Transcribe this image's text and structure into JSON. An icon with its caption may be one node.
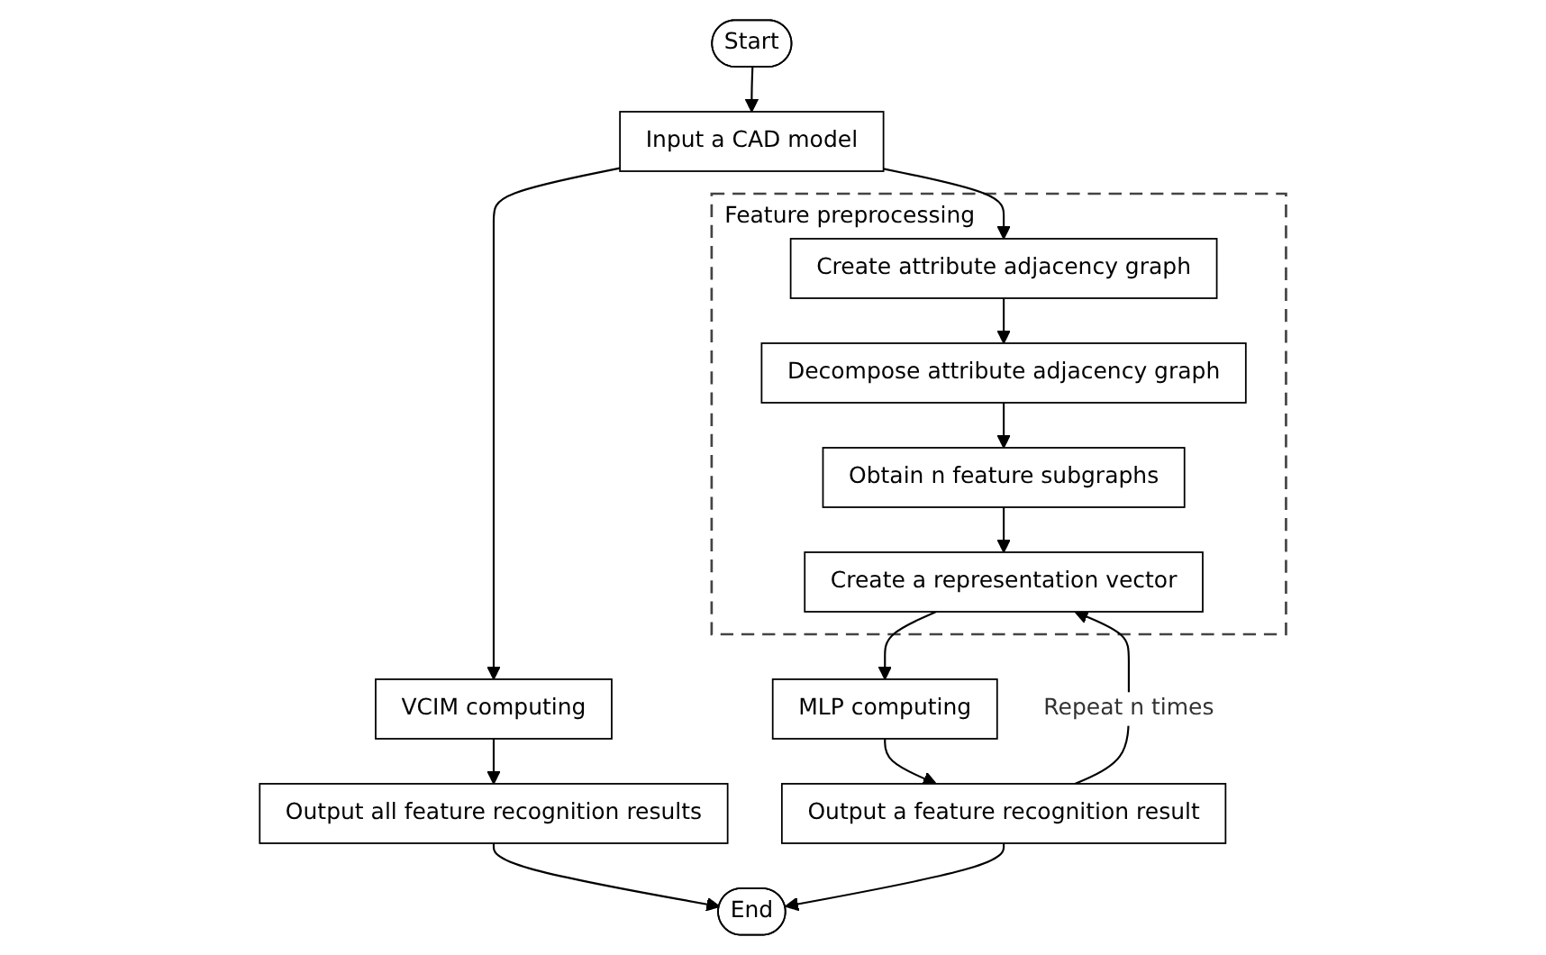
{
  "diagram": {
    "nodes": [
      {
        "text": [
          "Start"
        ]
      },
      {
        "text": [
          "Input a CAD model"
        ]
      },
      {
        "text": [
          "Feature preprocessing"
        ]
      },
      {
        "text": [
          "Create attribute adjacency graph"
        ],
        "in": 2
      },
      {
        "text": [
          "Decompose attribute adjacency graph"
        ],
        "in": 2
      },
      {
        "text": [
          "Obtain n feature subgraphs"
        ],
        "in": 2
      },
      {
        "text": [
          "Create a representation vector"
        ],
        "in": 2
      },
      {
        "text": [
          "VCIM computing"
        ]
      },
      {
        "text": [
          "Output all feature recognition results"
        ]
      },
      {
        "text": [
          "MLP computing"
        ]
      },
      {
        "text": [
          "Output a feature recognition result"
        ]
      },
      {
        "text": [
          "End"
        ]
      }
    ],
    "edges": [
      {
        "from": 0,
        "to": 1,
        "arrow": "to"
      },
      {
        "from": 1,
        "to": 3,
        "arrow": "to"
      },
      {
        "from": 1,
        "to": 7,
        "arrow": "to"
      },
      {
        "from": 3,
        "to": 4,
        "arrow": "to"
      },
      {
        "from": 4,
        "to": 5,
        "arrow": "to"
      },
      {
        "from": 5,
        "to": 6,
        "arrow": "to"
      },
      {
        "from": 6,
        "to": 9,
        "arrow": "to"
      },
      {
        "from": 7,
        "to": 8,
        "arrow": "to"
      },
      {
        "from": 9,
        "to": 10,
        "arrow": "to"
      },
      {
        "from": 10,
        "to": 6,
        "arrow": "to",
        "label": "Repeat n times"
      },
      {
        "from": 8,
        "to": 11,
        "arrow": "to"
      },
      {
        "from": 10,
        "to": 11,
        "arrow": "to"
      }
    ]
  }
}
